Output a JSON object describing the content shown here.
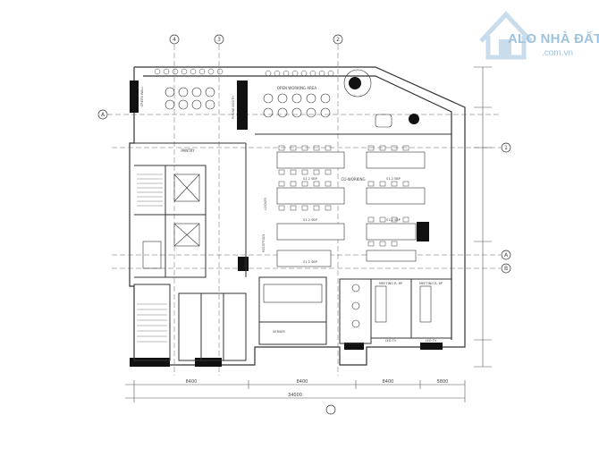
{
  "labels": {
    "open_area": "OPEN WORKING AREA",
    "green_wall": "GREEN WALL",
    "phone_booth": "PHONE BOOTH",
    "pantry": "PANTRY",
    "coworking": "CO-WORKING",
    "pod_seat": "01.2 SBP",
    "led_tv": "LED TV",
    "meeting_l": "MEETING R. 6P",
    "meeting_r": "MEETING R. 6P",
    "server": "SERVER",
    "reception": "RECEPTION",
    "locker": "LOCKER",
    "dim_total": "34000",
    "dim_a": "8400",
    "dim_b": "8400",
    "dim_c": "8400",
    "dim_d": "5800"
  },
  "grid_bubbles": {
    "top": [
      "4",
      "3",
      "2"
    ],
    "right": [
      "1",
      "A",
      "B"
    ],
    "left": [
      "A"
    ]
  },
  "watermark": {
    "brand": "ALO NHÀ ĐẤT",
    "domain": ".com.vn"
  }
}
